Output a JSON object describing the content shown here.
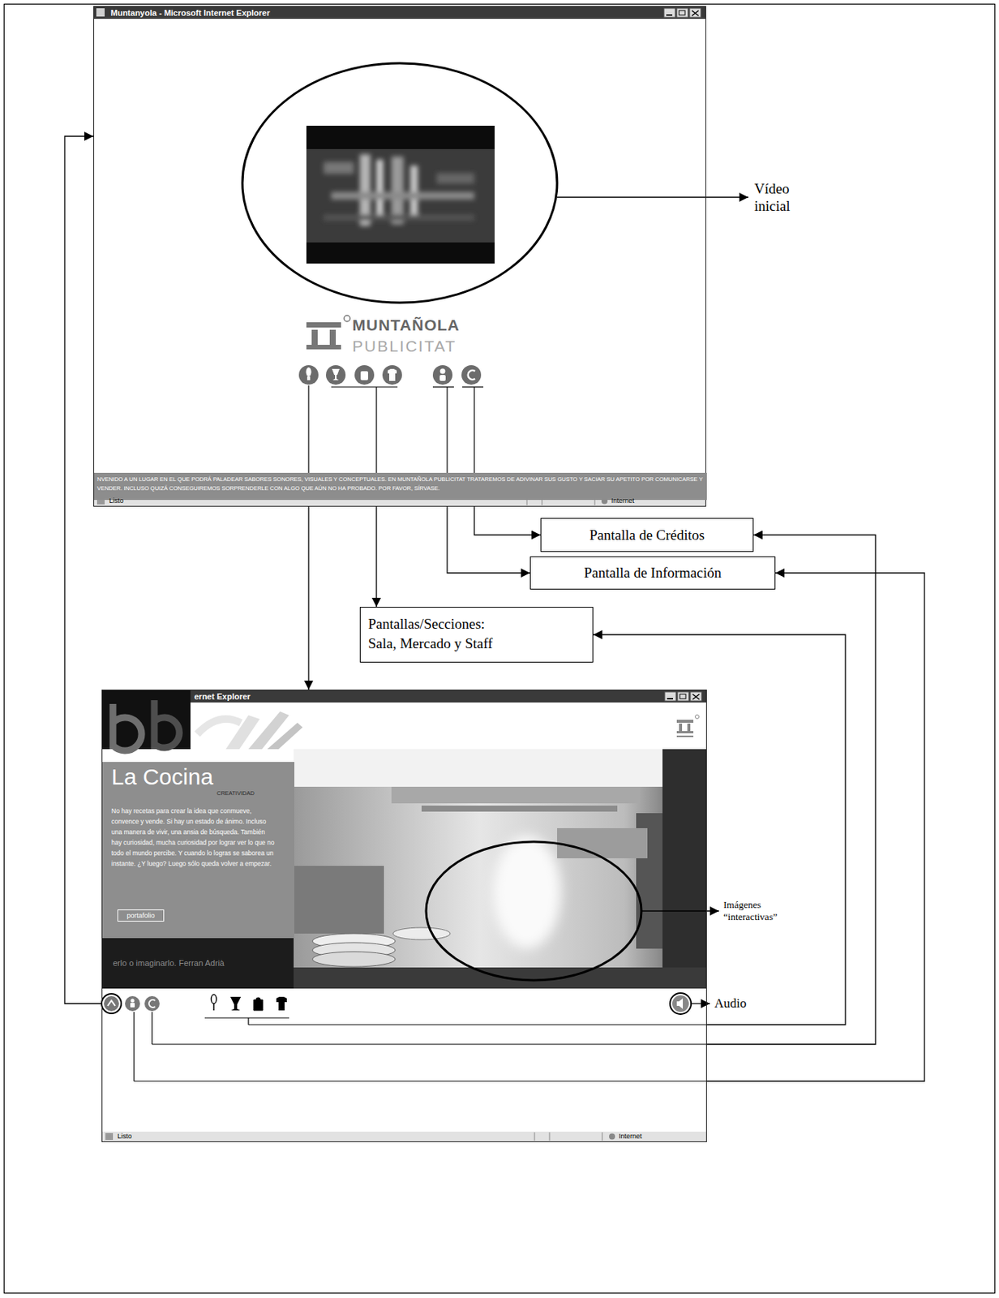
{
  "diagram": {
    "nodes": [
      {
        "text": [
          "Muntanyola - Microsoft Internet Explorer"
        ]
      },
      {
        "text": [
          "MUNTAÑOLA",
          "PUBLICITAT"
        ],
        "in": 0
      },
      {
        "text": [
          "NVENIDO A UN LUGAR EN EL QUE PODRÁ PALADEAR SABORES SONORES, VISUALES Y CONCEPTUALES. EN MUNTAÑOLA PUBLICITAT TRATAREMOS DE ADIVINAR SUS GUSTO Y SACIAR SU APETITO POR COMUNICARSE Y VENDER. INCLUSO QUIZÁ CONSEGUIREMOS SORPRENDERLE CON ALGO QUE AÚN NO HA PROBADO. POR FAVOR, SÍRVASE."
        ],
        "in": 0
      },
      {
        "text": [
          "Pantalla de Créditos"
        ]
      },
      {
        "text": [
          "Pantalla de Información"
        ]
      },
      {
        "text": [
          "Pantallas/Secciones: Sala, Mercado y Staff"
        ]
      },
      {
        "text": [
          "ernet Explorer"
        ]
      },
      {
        "text": [
          "La Cocina",
          "CREATIVIDAD",
          "No hay recetas para crear la idea que conmueve, convence y vende. Si hay un estado de ánimo. Incluso una manera de vivir, una ansia de búsqueda. También hay curiosidad, mucha curiosidad por lograr ver lo que no todo el mundo percibe. Y cuando lo logras se saborea un instante. ¿Y luego? Luego sólo queda volver a empezar."
        ],
        "in": 6
      },
      {
        "text": [
          "portafolio"
        ],
        "in": 7
      }
    ],
    "edges": [
      {
        "from": 0,
        "to": 6,
        "arrow": "to"
      },
      {
        "from": 0,
        "to": 5,
        "arrow": "to"
      },
      {
        "from": 0,
        "to": 4,
        "arrow": "to"
      },
      {
        "from": 0,
        "to": 3,
        "arrow": "to"
      },
      {
        "from": 6,
        "to": 0,
        "arrow": "to"
      },
      {
        "from": 6,
        "to": 5,
        "arrow": "to"
      },
      {
        "from": 6,
        "to": 3,
        "arrow": "to"
      },
      {
        "from": 6,
        "to": 4,
        "arrow": "to"
      }
    ],
    "labels": [
      "Vídeo inicial",
      "Listo",
      "Internet",
      "erlo o imaginarlo. Ferran Adrià",
      "Imágenes “interactivas”",
      "Audio",
      "Listo",
      "Internet"
    ]
  }
}
